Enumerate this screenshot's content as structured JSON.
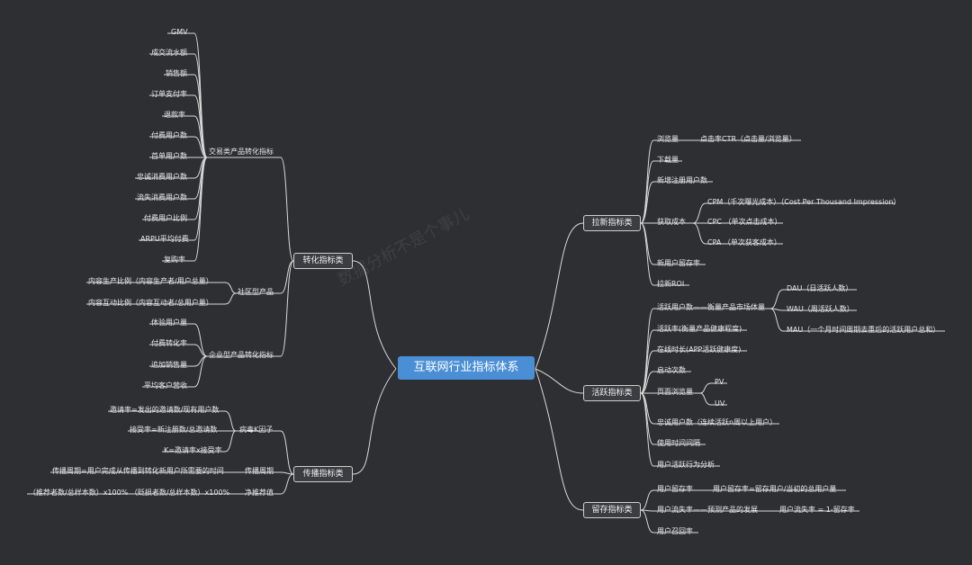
{
  "root": "互联网行业指标体系",
  "watermark": "数据分析不是个事儿",
  "branches": {
    "conversion": "转化指标类",
    "spread": "传播指标类",
    "acquisition": "拉新指标类",
    "active": "活跃指标类",
    "retention": "留存指标类"
  },
  "conversion": {
    "trade": "交易类产品转化指标",
    "trade_items": [
      "GMV",
      "成交流水额",
      "销售额",
      "订单支付率",
      "退款率",
      "付费用户数",
      "首单用户数",
      "忠诚消费用户数",
      "流失消费用户数",
      "付费用户比例",
      "ARPU平均付费",
      "复购率"
    ],
    "community": "社区型产品",
    "community_items": [
      "内容生产比例（内容生产者/用户总量）",
      "内容互动比例（内容互动者/总用户量）"
    ],
    "enterprise": "企业型产品转化指标",
    "enterprise_items": [
      "体验用户量",
      "付费转化率",
      "追加销售量",
      "平均客户营收"
    ]
  },
  "spread": {
    "k": "病毒K因子",
    "k_items": [
      "邀请率=发出的邀请数/现有用户数",
      "接受率=新注册数/总邀请数",
      "K=邀请率x接受率"
    ],
    "cycle": "传播周期",
    "cycle_item": "传播周期=用户完成从传播到转化新用户所需要的时间",
    "nps": "净推荐值",
    "nps_item": "（推荐者数/总样本数）x100% （贬损者数/总样本数）x100%"
  },
  "acquisition": {
    "pv": "浏览量",
    "ctr": "点击率CTR（点击量/浏览量）",
    "downloads": "下载量",
    "new_reg": "新增注册用户数",
    "cost": "获取成本",
    "cost_items": [
      "CPM（千次曝光成本）（Cost Per Thousand Impression）",
      "CPC （单次点击成本）",
      "CPA （单次获客成本）"
    ],
    "new_retention": "新用户留存率",
    "roi": "拉新ROI"
  },
  "active": {
    "users": "活跃用户数——衡量产品市场体量",
    "users_items": [
      "DAU（日活跃人数）",
      "WAU（周活跃人数）",
      "MAU（一个月时间周期去重后的活跃用户总和）"
    ],
    "rate": "活跃率(衡量产品健康程度)",
    "online": "在线时长(APP活跃健康度)",
    "launches": "启动次数",
    "page_views": "页面浏览量",
    "page_items": [
      "PV",
      "UV"
    ],
    "loyal": "忠诚用户数（连续活跃n周以上用户）",
    "interval": "使用时间间隔",
    "behavior": "用户活跃行为分析"
  },
  "retention": {
    "rate": "用户留存率",
    "rate_def": "用户留存率=留存用户/当初的总用户量",
    "churn": "用户流失率——预测产品的发展",
    "churn_def": "用户流失率 = 1-留存率",
    "recall": "用户召回率"
  }
}
